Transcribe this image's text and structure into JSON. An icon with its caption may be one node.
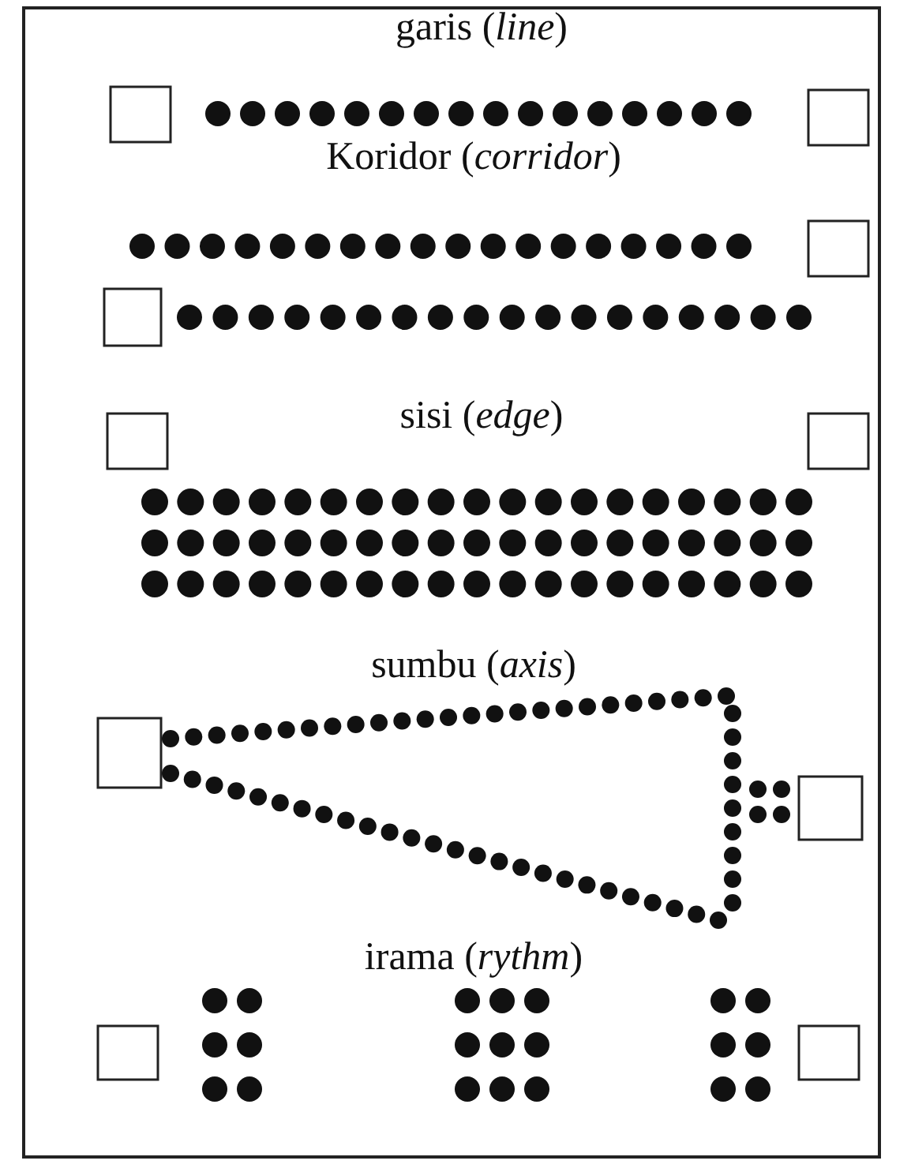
{
  "diagram": {
    "labels": [
      "garis (*line*)",
      "Koridor (*corridor*)",
      "sisi (*edge*)",
      "sumbu (*axis*)",
      "irama (*rythm*)"
    ]
  }
}
